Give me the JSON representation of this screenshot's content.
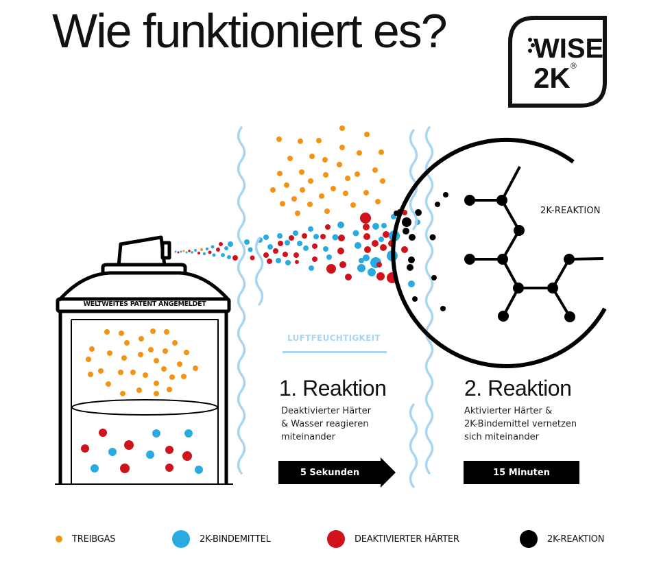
{
  "header": {
    "title": "Wie funktioniert es?",
    "logo": {
      "line1": "WISE",
      "line2": "2K",
      "registered": "®"
    }
  },
  "can": {
    "band_text": "WELTWEITES PATENT ANGEMELDET"
  },
  "humidity": {
    "label": "LUFTFEUCHTIGKEIT"
  },
  "reaction1": {
    "title": "1. Reaktion",
    "desc_lines": [
      "Deaktivierter Härter",
      "& Wasser reagieren",
      "miteinander"
    ],
    "time": "5 Sekunden"
  },
  "reaction2": {
    "title": "2. Reaktion",
    "desc_lines": [
      "Aktivierter Härter &",
      "2K-Bindemittel vernetzen",
      "sich miteinander"
    ],
    "time": "15 Minuten"
  },
  "molecule": {
    "label": "2K-REAKTION"
  },
  "legend": [
    {
      "label": "TREIBGAS",
      "color": "#f39314",
      "size": 10
    },
    {
      "label": "2K-BINDEMITTEL",
      "color": "#29abe2",
      "size": 26
    },
    {
      "label": "DEAKTIVIERTER HÄRTER",
      "color": "#d0121b",
      "size": 26
    },
    {
      "label": "2K-REAKTION",
      "color": "#000000",
      "size": 26
    }
  ],
  "colors": {
    "orange": "#f39314",
    "blue": "#29abe2",
    "red": "#d0121b",
    "black": "#000000",
    "humidity": "#a8d6f2"
  }
}
